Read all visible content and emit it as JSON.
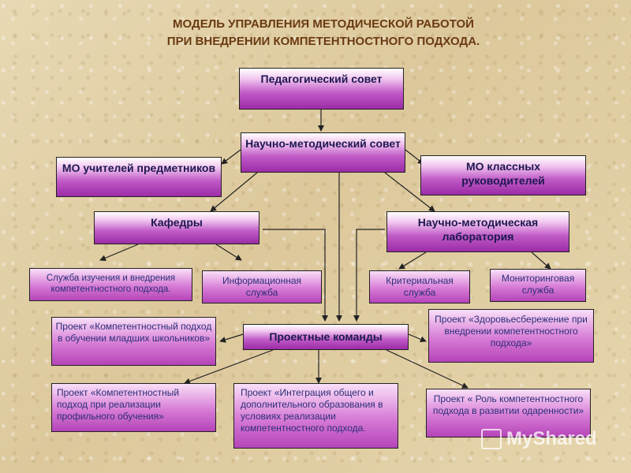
{
  "title": {
    "line1": "МОДЕЛЬ УПРАВЛЕНИЯ МЕТОДИЧЕСКОЙ РАБОТОЙ",
    "line2": "ПРИ ВНЕДРЕНИИ КОМПЕТЕНТНОСТНОГО ПОДХОДА."
  },
  "nodes": {
    "ped_sovet": "Педагогический совет",
    "nm_sovet": "Научно-методический совет",
    "mo_teachers": "МО учителей предметников",
    "mo_class": "МО классных руководителей",
    "kafedry": "Кафедры",
    "nm_lab": "Научно-методическая лаборатория",
    "sluzhba_izuch": "Служба изучения и внедрения компетентностного подхода.",
    "info_sluzhba": "Информационная служба",
    "krit_sluzhba": "Критериальная служба",
    "monitor_sluzhba": "Мониторинговая служба",
    "project_teams": "Проектные команды",
    "proj_junior": "Проект «Компетентностный подход в обучении младших школьников»",
    "proj_health": "Проект «Здоровьесбережение при внедрении компетентностного подхода»",
    "proj_profile": "Проект «Компетентностный подход при реализации профильного обучения»",
    "proj_integration": "Проект «Интеграция общего и дополнительного образования в условиях реализации компетентностного подхода.",
    "proj_talent": "Проект « Роль компетентностного подхода в развитии одаренности»"
  },
  "watermark": {
    "text": "MyShared"
  },
  "colors": {
    "title": "#6b3a12",
    "box_text": "#1d1850",
    "sub_text": "#2b2f78",
    "box_fill": "#b544b8",
    "arrow": "#222222"
  }
}
